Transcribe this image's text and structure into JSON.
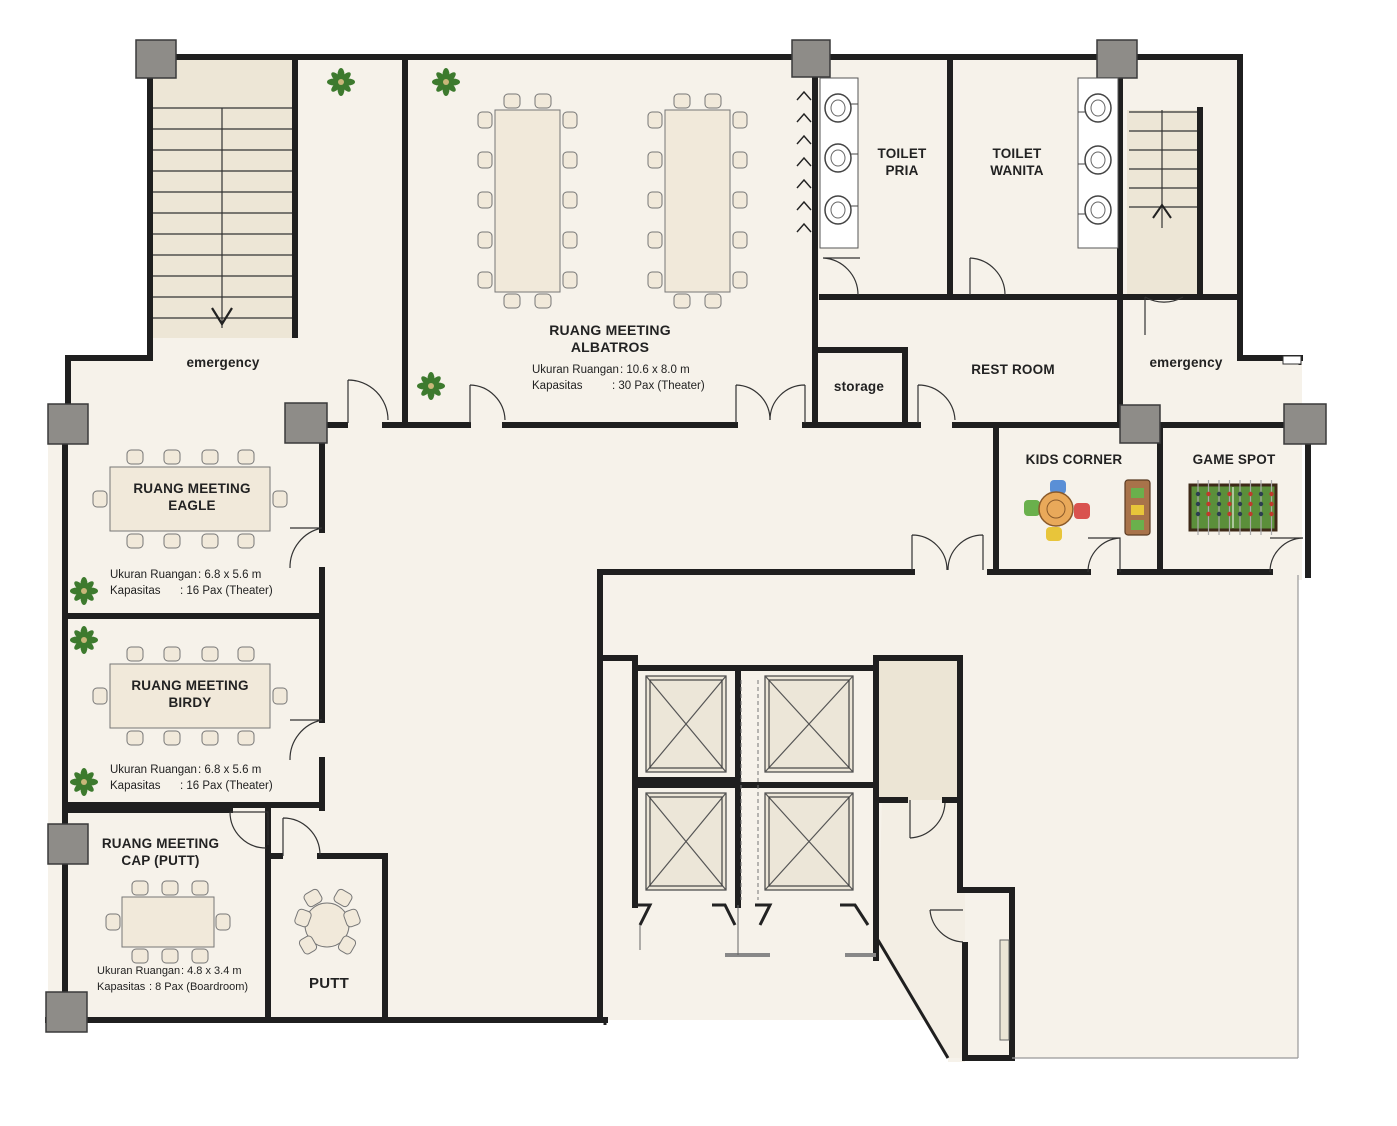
{
  "rooms": {
    "albatros": {
      "name1": "RUANG MEETING",
      "name2": "ALBATROS",
      "size_label": "Ukuran Ruangan",
      "size_value": ": 10.6 x 8.0 m",
      "cap_label": "Kapasitas",
      "cap_value": ": 30 Pax (Theater)"
    },
    "eagle": {
      "name1": "RUANG MEETING",
      "name2": "EAGLE",
      "size_label": "Ukuran Ruangan",
      "size_value": ": 6.8 x 5.6 m",
      "cap_label": "Kapasitas",
      "cap_value": ": 16 Pax (Theater)"
    },
    "birdy": {
      "name1": "RUANG MEETING",
      "name2": "BIRDY",
      "size_label": "Ukuran Ruangan",
      "size_value": ": 6.8 x 5.6 m",
      "cap_label": "Kapasitas",
      "cap_value": ": 16 Pax (Theater)"
    },
    "cap": {
      "name1": "RUANG MEETING",
      "name2": "CAP (PUTT)",
      "size_label": "Ukuran Ruangan",
      "size_value": ": 4.8 x 3.4 m",
      "cap_label": "Kapasitas",
      "cap_value": ": 8 Pax (Boardroom)"
    },
    "putt": {
      "name": "PUTT"
    },
    "toilet_pria": {
      "name1": "TOILET",
      "name2": "PRIA"
    },
    "toilet_wanita": {
      "name1": "TOILET",
      "name2": "WANITA"
    },
    "rest_room": {
      "name": "REST ROOM"
    },
    "storage": {
      "name": "storage"
    },
    "emergency_left": {
      "name": "emergency"
    },
    "emergency_right": {
      "name": "emergency"
    },
    "kids_corner": {
      "name": "KIDS CORNER"
    },
    "game_spot": {
      "name": "GAME SPOT"
    }
  },
  "colors": {
    "floor": "#f6f2ea",
    "wall": "#1f1f1f",
    "column": "#8e8c88",
    "furniture": "#f1e9da",
    "plant": "#3d7a2e",
    "stairs": "#ede6d6"
  }
}
